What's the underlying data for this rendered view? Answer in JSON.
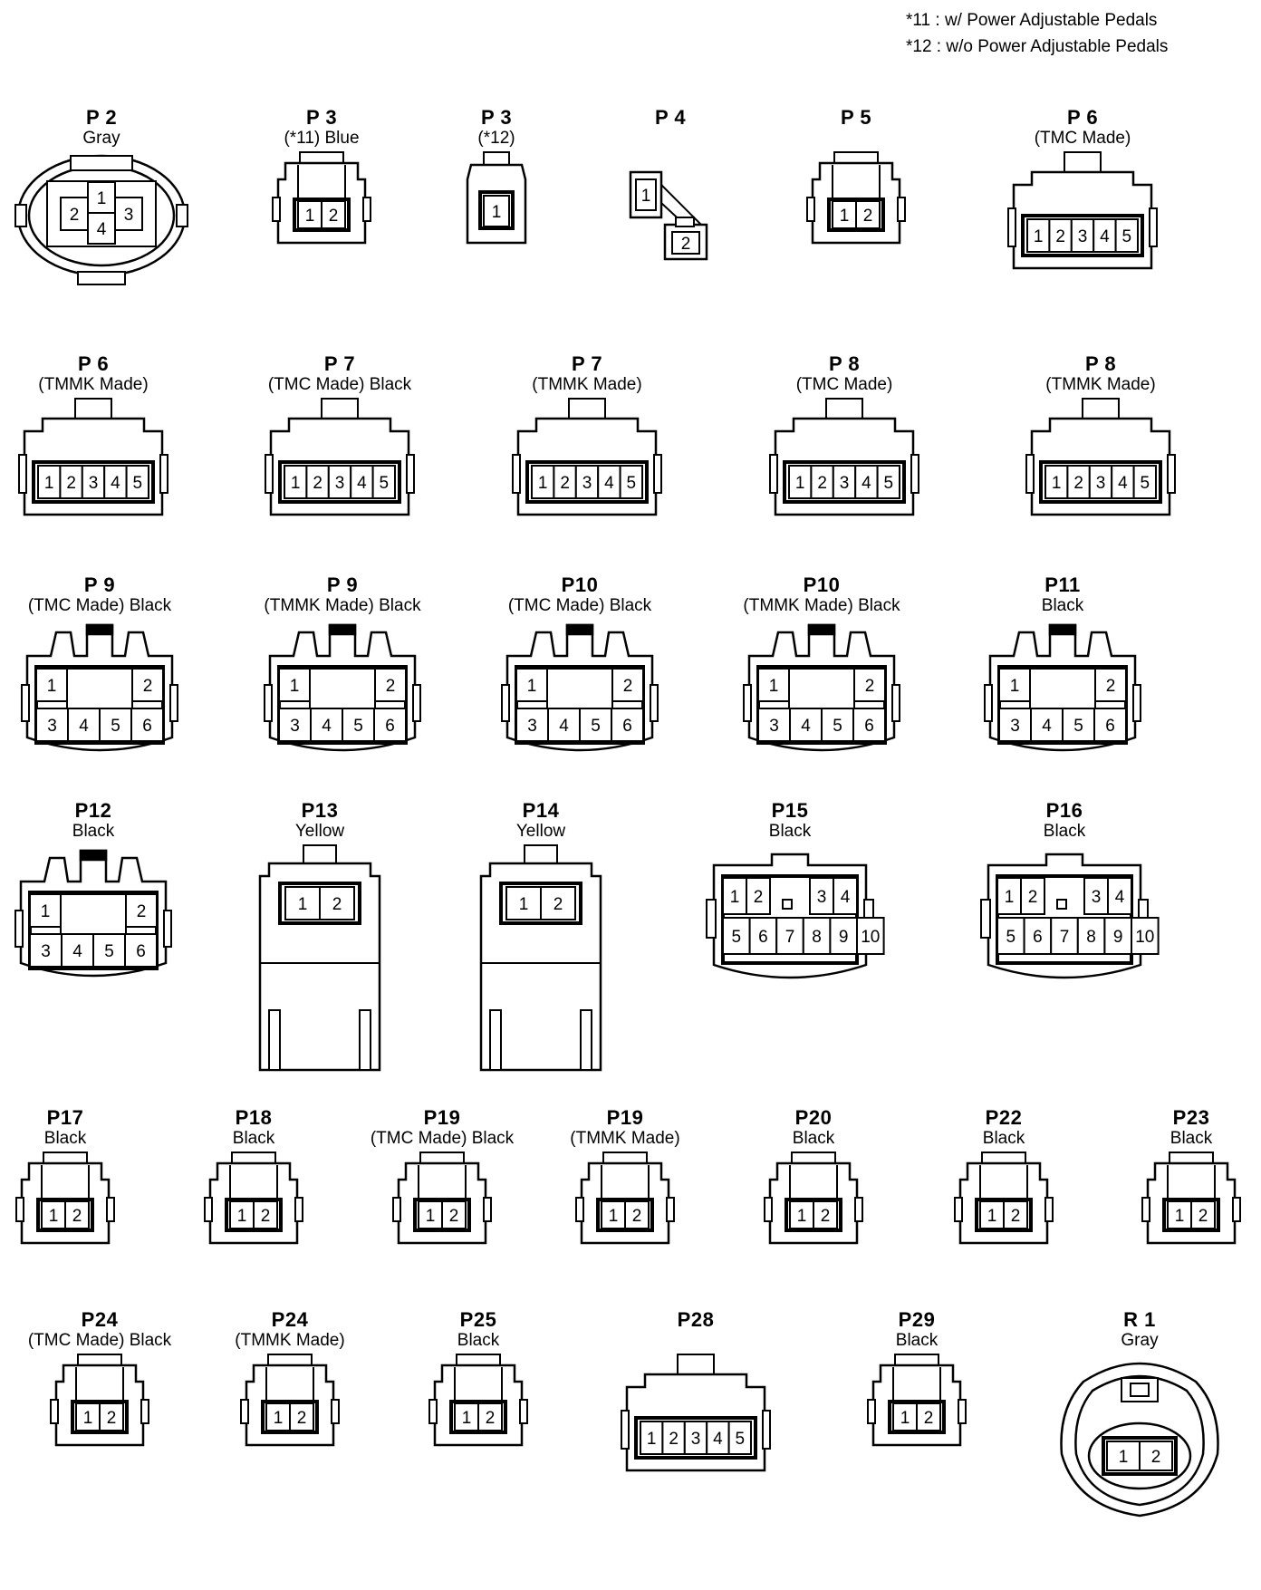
{
  "notes": [
    "*11 : w/ Power Adjustable Pedals",
    "*12 : w/o Power Adjustable Pedals"
  ],
  "connectors": [
    {
      "id": "P 2",
      "sub": "Gray"
    },
    {
      "id": "P 3",
      "sub": "(*11)  Blue"
    },
    {
      "id": "P 3",
      "sub": "(*12)"
    },
    {
      "id": "P 4",
      "sub": ""
    },
    {
      "id": "P 5",
      "sub": ""
    },
    {
      "id": "P 6",
      "sub": "(TMC Made)"
    },
    {
      "id": "P 6",
      "sub": "(TMMK Made)"
    },
    {
      "id": "P 7",
      "sub": "(TMC Made)  Black"
    },
    {
      "id": "P 7",
      "sub": "(TMMK Made)"
    },
    {
      "id": "P 8",
      "sub": "(TMC Made)"
    },
    {
      "id": "P 8",
      "sub": "(TMMK Made)"
    },
    {
      "id": "P 9",
      "sub": "(TMC Made)  Black"
    },
    {
      "id": "P 9",
      "sub": "(TMMK Made)  Black"
    },
    {
      "id": "P10",
      "sub": "(TMC Made)  Black"
    },
    {
      "id": "P10",
      "sub": "(TMMK Made)  Black"
    },
    {
      "id": "P11",
      "sub": "Black"
    },
    {
      "id": "P12",
      "sub": "Black"
    },
    {
      "id": "P13",
      "sub": "Yellow"
    },
    {
      "id": "P14",
      "sub": "Yellow"
    },
    {
      "id": "P15",
      "sub": "Black"
    },
    {
      "id": "P16",
      "sub": "Black"
    },
    {
      "id": "P17",
      "sub": "Black"
    },
    {
      "id": "P18",
      "sub": "Black"
    },
    {
      "id": "P19",
      "sub": "(TMC Made)  Black"
    },
    {
      "id": "P19",
      "sub": "(TMMK Made)"
    },
    {
      "id": "P20",
      "sub": "Black"
    },
    {
      "id": "P22",
      "sub": "Black"
    },
    {
      "id": "P23",
      "sub": "Black"
    },
    {
      "id": "P24",
      "sub": "(TMC Made)  Black"
    },
    {
      "id": "P24",
      "sub": "(TMMK Made)"
    },
    {
      "id": "P25",
      "sub": "Black"
    },
    {
      "id": "P28",
      "sub": ""
    },
    {
      "id": "P29",
      "sub": "Black"
    },
    {
      "id": "R 1",
      "sub": "Gray"
    }
  ]
}
